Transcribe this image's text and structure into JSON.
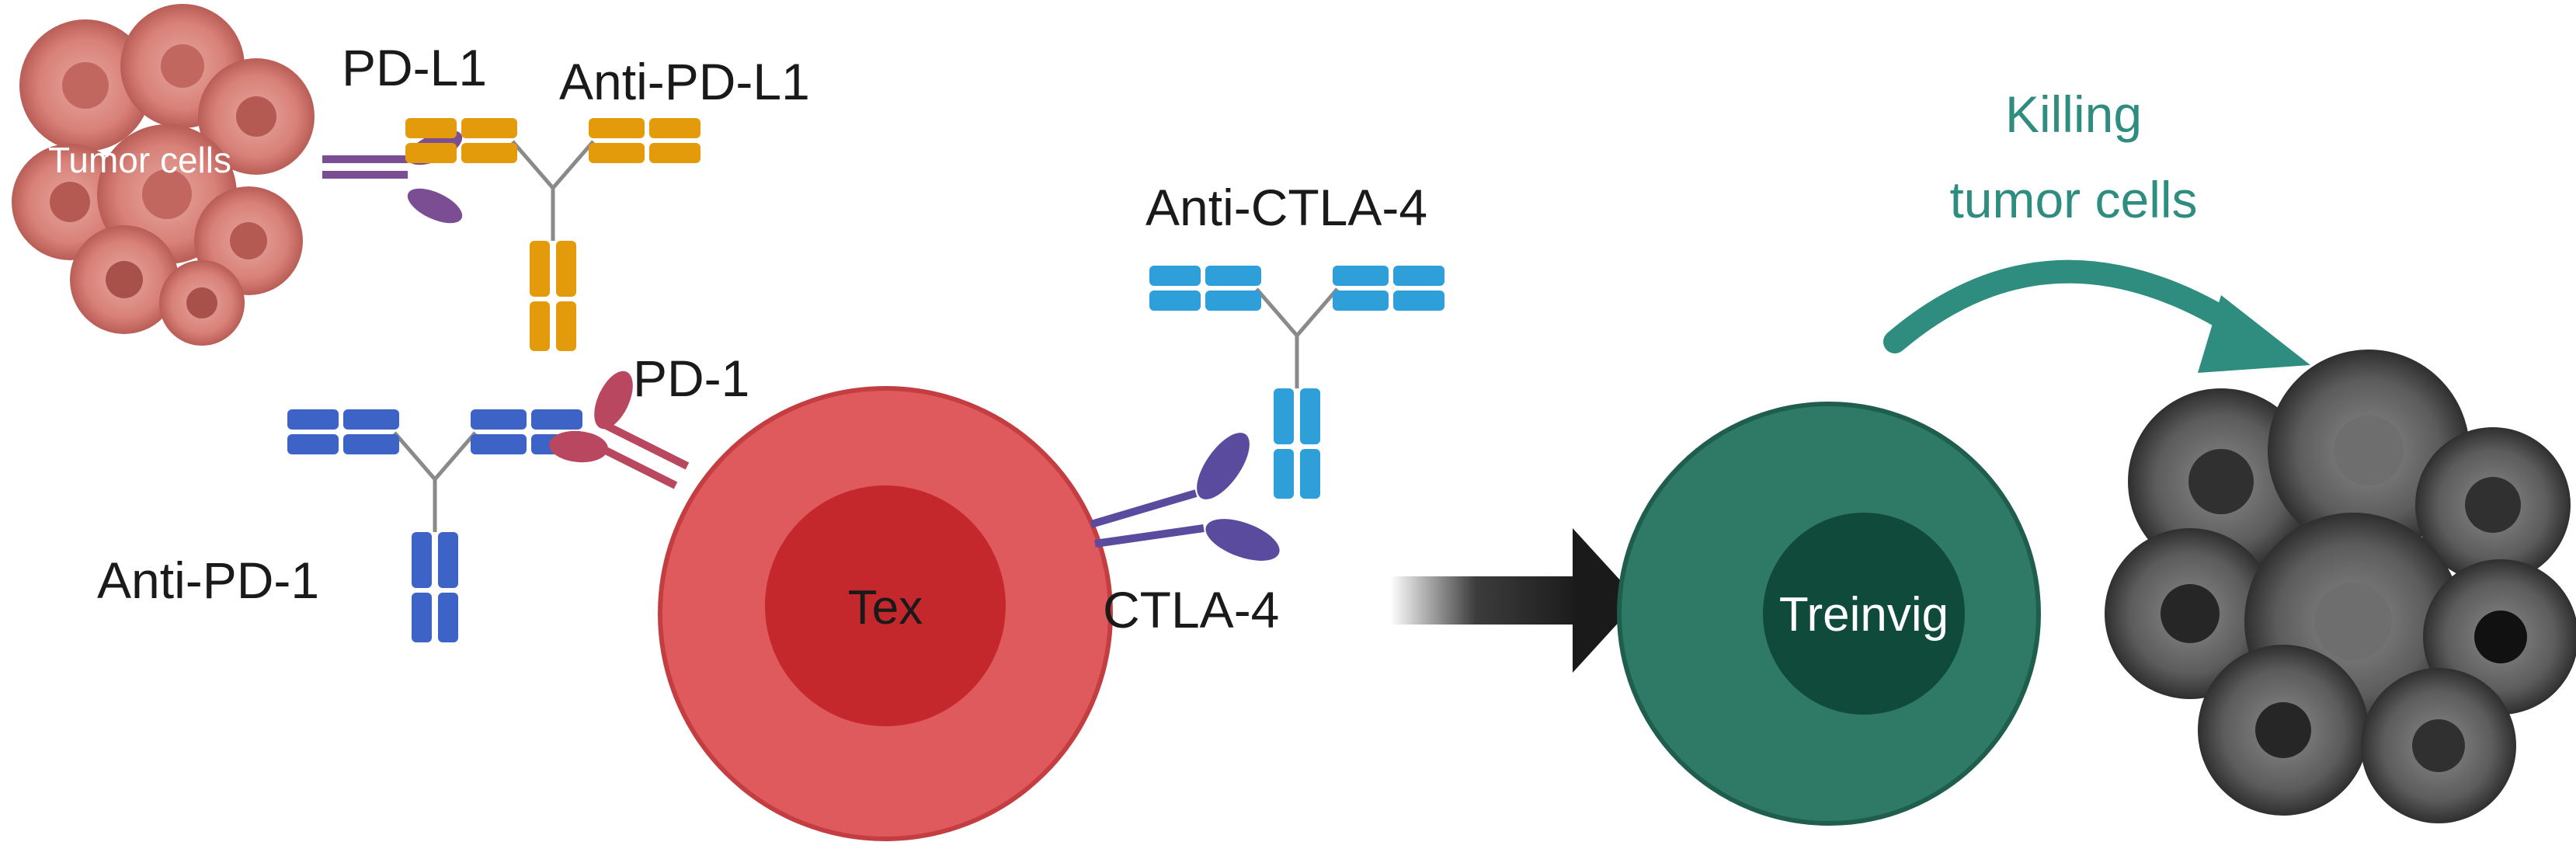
{
  "labels": {
    "tumor_cells": "Tumor cells",
    "pd_l1": "PD-L1",
    "anti_pd_l1": "Anti-PD-L1",
    "pd_1": "PD-1",
    "anti_pd_1": "Anti-PD-1",
    "anti_ctla_4": "Anti-CTLA-4",
    "ctla_4": "CTLA-4",
    "tex": "Tex",
    "treinvig": "Treinvig",
    "killing_line1": "Killing",
    "killing_line2": "tumor cells"
  },
  "colors": {
    "tumor_cluster": "#d9847c",
    "pd_l1": "#7b4d93",
    "anti_pd_l1": "#e39b0b",
    "pd_1": "#b8475f",
    "anti_pd_1": "#3d63c6",
    "anti_ctla_4": "#2e9fd9",
    "ctla_4": "#5a4b9e",
    "tex_outer": "#df5a5c",
    "tex_inner": "#c5282c",
    "treinvig_outer": "#2f7a66",
    "treinvig_inner": "#0f4a3b",
    "killing_arrow": "#2e8d7e",
    "dead_tumor": "#555555"
  },
  "icons": [
    "tumor-cell-cluster",
    "antibody",
    "receptor",
    "t-cell",
    "process-arrow",
    "curved-arrow",
    "dead-tumor-cluster"
  ]
}
